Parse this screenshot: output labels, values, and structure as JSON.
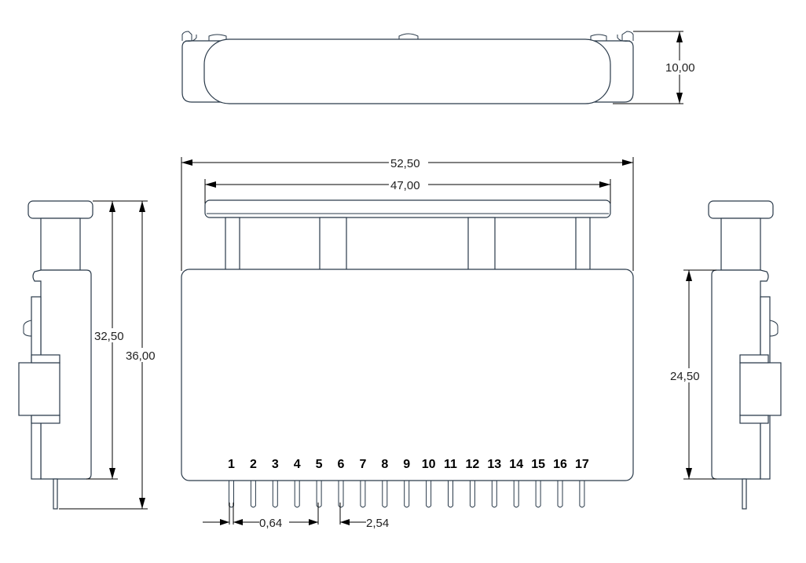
{
  "dimensions": {
    "height_top_view": "10,00",
    "overall_width": "52,50",
    "inner_width": "47,00",
    "left_height_inner": "32,50",
    "left_height_overall": "36,00",
    "right_height": "24,50",
    "pin_width": "0,64",
    "pin_pitch": "2,54"
  },
  "pins": [
    "1",
    "2",
    "3",
    "4",
    "5",
    "6",
    "7",
    "8",
    "9",
    "10",
    "11",
    "12",
    "13",
    "14",
    "15",
    "16",
    "17"
  ]
}
